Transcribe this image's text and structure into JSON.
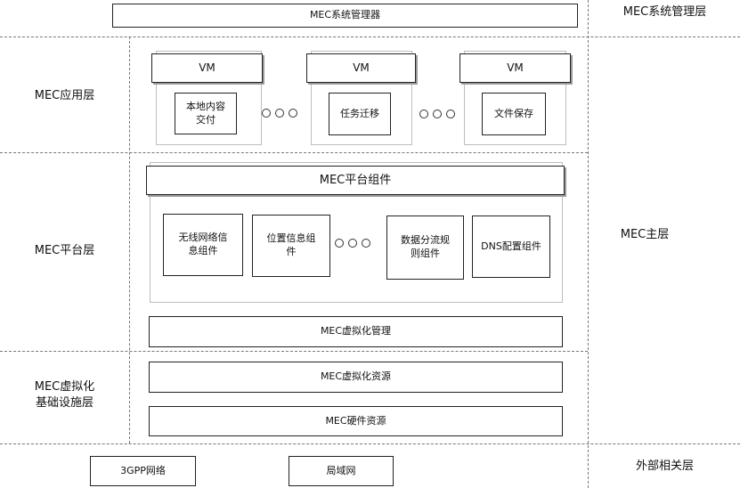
{
  "layers": {
    "system_mgmt": "MEC系统管理层",
    "app": "MEC应用层",
    "platform": "MEC平台层",
    "virt_infra": "MEC虚拟化\n基础设施层",
    "host": "MEC主层",
    "external": "外部相关层"
  },
  "system_manager": "MEC系统管理器",
  "vms": [
    {
      "header": "VM",
      "content": "本地内容\n交付"
    },
    {
      "header": "VM",
      "content": "任务迁移"
    },
    {
      "header": "VM",
      "content": "文件保存"
    }
  ],
  "platform_component": "MEC平台组件",
  "components": [
    "无线网络信\n息组件",
    "位置信息组\n件",
    "数据分流规\n则组件",
    "DNS配置组件"
  ],
  "virt_mgmt": "MEC虚拟化管理",
  "virt_resources": "MEC虚拟化资源",
  "hw_resources": "MEC硬件资源",
  "external": [
    "3GPP网络",
    "局域网"
  ]
}
